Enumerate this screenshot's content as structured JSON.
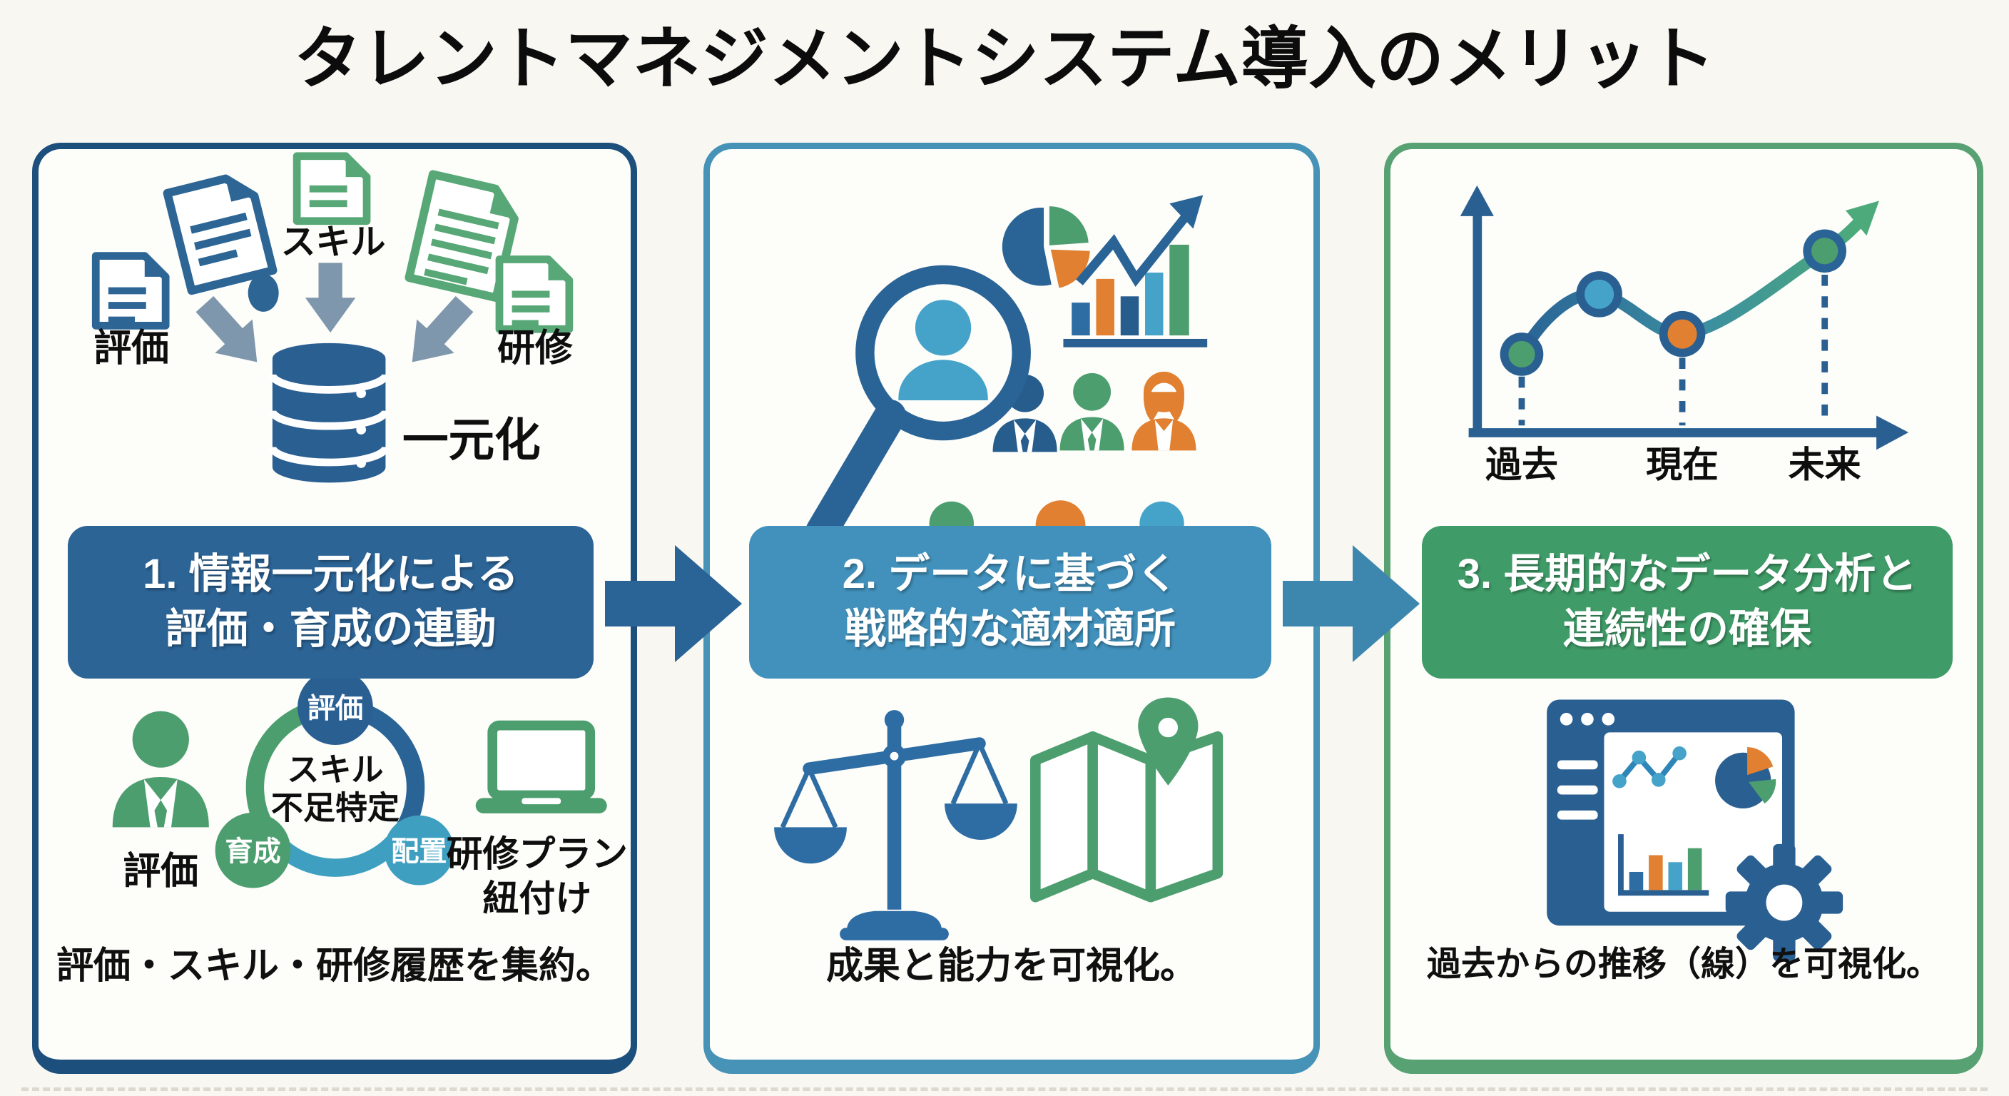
{
  "title": "タレントマネジメントシステム導入のメリット",
  "panel1": {
    "top_icons": {
      "doc_left_label": "評価",
      "doc_center_label": "スキル",
      "doc_right_label": "研修",
      "database_label": "一元化"
    },
    "banner": {
      "line1": "1. 情報一元化による",
      "line2": "評価・育成の連動"
    },
    "person_label": "評価",
    "cycle": {
      "top": "評価",
      "bottom_left": "育成",
      "bottom_right": "配置",
      "center_line1": "スキル",
      "center_line2": "不足特定"
    },
    "laptop_label": {
      "line1": "研修プラン",
      "line2": "紐付け"
    },
    "caption": "評価・スキル・研修履歴を集約。",
    "icons": [
      "document-icon",
      "report-document-icon",
      "seal-icon",
      "down-arrow-icon",
      "database-icon",
      "employee-icon",
      "cycle-diagram",
      "laptop-icon"
    ]
  },
  "panel2": {
    "banner": {
      "line1": "2. データに基づく",
      "line2": "戦略的な適材適所"
    },
    "caption": "成果と能力を可視化。",
    "icons": [
      "magnifier-person-icon",
      "pie-chart-icon",
      "bar-chart-growth-icon",
      "people-grid-icon",
      "balance-scale-icon",
      "map-location-icon"
    ]
  },
  "panel3": {
    "banner": {
      "line1": "3. 長期的なデータ分析と",
      "line2": "連続性の確保"
    },
    "timeline_labels": {
      "past": "過去",
      "present": "現在",
      "future": "未来"
    },
    "caption": "過去からの推移（線）を可視化。",
    "icons": [
      "trend-line-chart",
      "dashboard-icon",
      "gear-icon"
    ]
  },
  "colors": {
    "background": "#f8f7f2",
    "panel1_border": "#1d4f7c",
    "panel2_border": "#4793b8",
    "panel3_border": "#57a172",
    "banner1": "#2c6496",
    "banner2": "#4191bc",
    "banner3": "#3f9c68",
    "flow_arrow1": "#2a6496",
    "flow_arrow2": "#3d86ae",
    "dark_blue": "#2a5f92",
    "medium_blue": "#2e6da4",
    "light_blue": "#45a3c9",
    "green": "#4d9e6e",
    "doc_green": "#58a877",
    "orange": "#e08030",
    "gray_arrow": "#7e97ac"
  }
}
